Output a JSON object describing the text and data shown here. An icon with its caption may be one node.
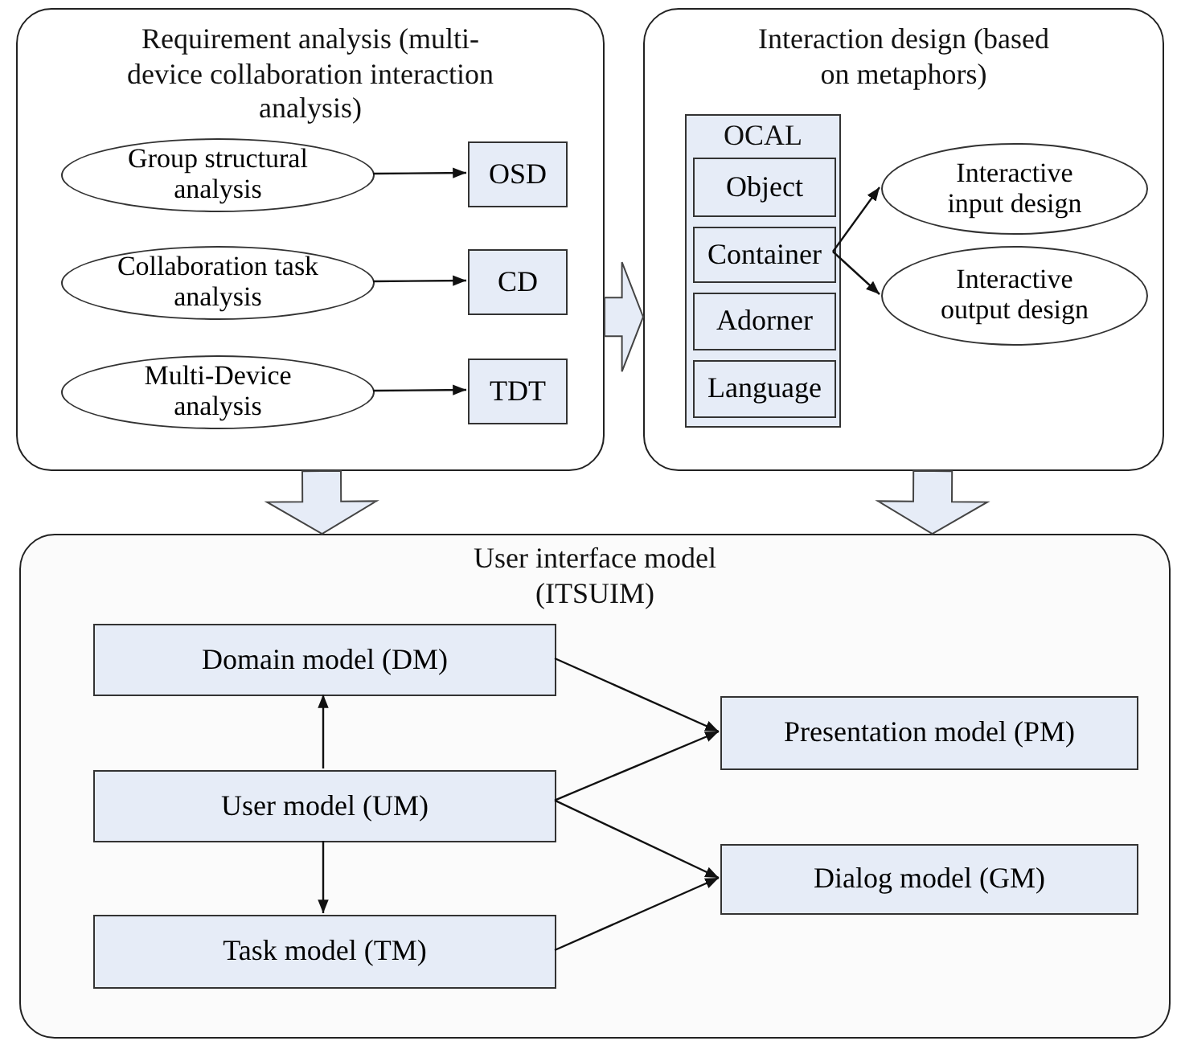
{
  "diagram": {
    "nodes": [
      {
        "text": [
          "Requirement analysis (multi-device collaboration interaction analysis)"
        ]
      },
      {
        "text": [
          "Group structural analysis"
        ],
        "in": 0
      },
      {
        "text": [
          "OSD"
        ],
        "in": 0
      },
      {
        "text": [
          "Collaboration task analysis"
        ],
        "in": 0
      },
      {
        "text": [
          "CD"
        ],
        "in": 0
      },
      {
        "text": [
          "Multi-Device analysis"
        ],
        "in": 0
      },
      {
        "text": [
          "TDT"
        ],
        "in": 0
      },
      {
        "text": [
          "Interaction design (based on metaphors)"
        ]
      },
      {
        "text": [
          "OCAL"
        ],
        "in": 7
      },
      {
        "text": [
          "Object"
        ],
        "in": 8
      },
      {
        "text": [
          "Container"
        ],
        "in": 8
      },
      {
        "text": [
          "Adorner"
        ],
        "in": 8
      },
      {
        "text": [
          "Language"
        ],
        "in": 8
      },
      {
        "text": [
          "Interactive input design"
        ],
        "in": 7
      },
      {
        "text": [
          "Interactive output design"
        ],
        "in": 7
      },
      {
        "text": [
          "User interface model (ITSUIM)"
        ]
      },
      {
        "text": [
          "Domain model (DM)"
        ],
        "in": 15
      },
      {
        "text": [
          "Presentation model (PM)"
        ],
        "in": 15
      },
      {
        "text": [
          "User model (UM)"
        ],
        "in": 15
      },
      {
        "text": [
          "Dialog model (GM)"
        ],
        "in": 15
      },
      {
        "text": [
          "Task model (TM)"
        ],
        "in": 15
      }
    ],
    "edges": [
      {
        "from": 1,
        "to": 2,
        "arrow": "to"
      },
      {
        "from": 3,
        "to": 4,
        "arrow": "to"
      },
      {
        "from": 5,
        "to": 6,
        "arrow": "to"
      },
      {
        "from": 0,
        "to": 7,
        "arrow": "to",
        "style": "thick"
      },
      {
        "from": 10,
        "to": 13,
        "arrow": "to"
      },
      {
        "from": 10,
        "to": 14,
        "arrow": "to"
      },
      {
        "from": 0,
        "to": 15,
        "arrow": "to",
        "style": "thick"
      },
      {
        "from": 7,
        "to": 15,
        "arrow": "to",
        "style": "thick"
      },
      {
        "from": 18,
        "to": 16,
        "arrow": "to"
      },
      {
        "from": 18,
        "to": 20,
        "arrow": "to"
      },
      {
        "from": 16,
        "to": 17,
        "arrow": "to"
      },
      {
        "from": 18,
        "to": 17,
        "arrow": "to"
      },
      {
        "from": 18,
        "to": 19,
        "arrow": "to"
      },
      {
        "from": 20,
        "to": 19,
        "arrow": "to"
      }
    ]
  }
}
